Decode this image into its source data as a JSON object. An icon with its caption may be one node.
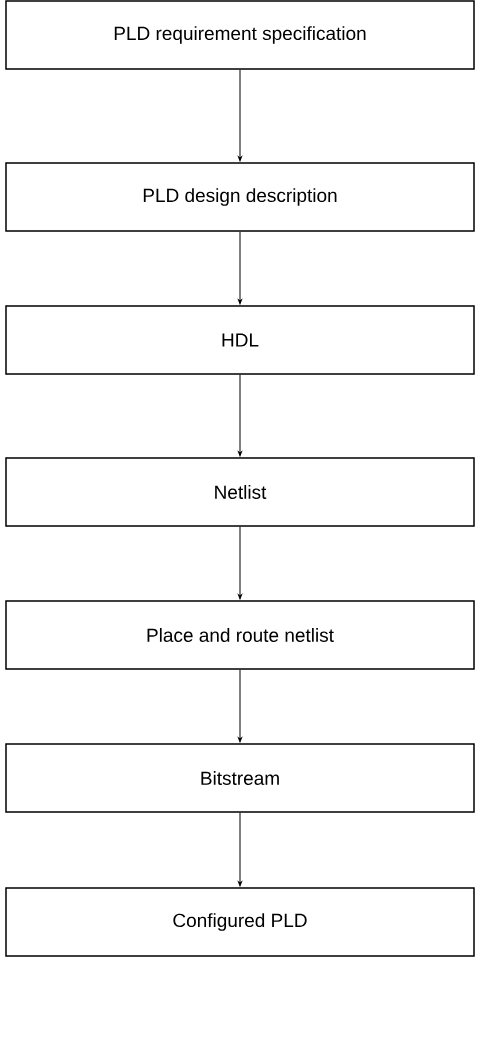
{
  "diagram": {
    "nodes": [
      {
        "text": [
          "PLD requirement specification"
        ]
      },
      {
        "text": [
          "PLD design description"
        ]
      },
      {
        "text": [
          "HDL"
        ]
      },
      {
        "text": [
          "Netlist"
        ]
      },
      {
        "text": [
          "Place and route netlist"
        ]
      },
      {
        "text": [
          "Bitstream"
        ]
      },
      {
        "text": [
          "Configured PLD"
        ]
      }
    ],
    "edges": [
      {
        "from": 0,
        "to": 1,
        "arrow": "to"
      },
      {
        "from": 1,
        "to": 2,
        "arrow": "to"
      },
      {
        "from": 2,
        "to": 3,
        "arrow": "to"
      },
      {
        "from": 3,
        "to": 4,
        "arrow": "to"
      },
      {
        "from": 4,
        "to": 5,
        "arrow": "to"
      },
      {
        "from": 5,
        "to": 6,
        "arrow": "to"
      }
    ]
  }
}
